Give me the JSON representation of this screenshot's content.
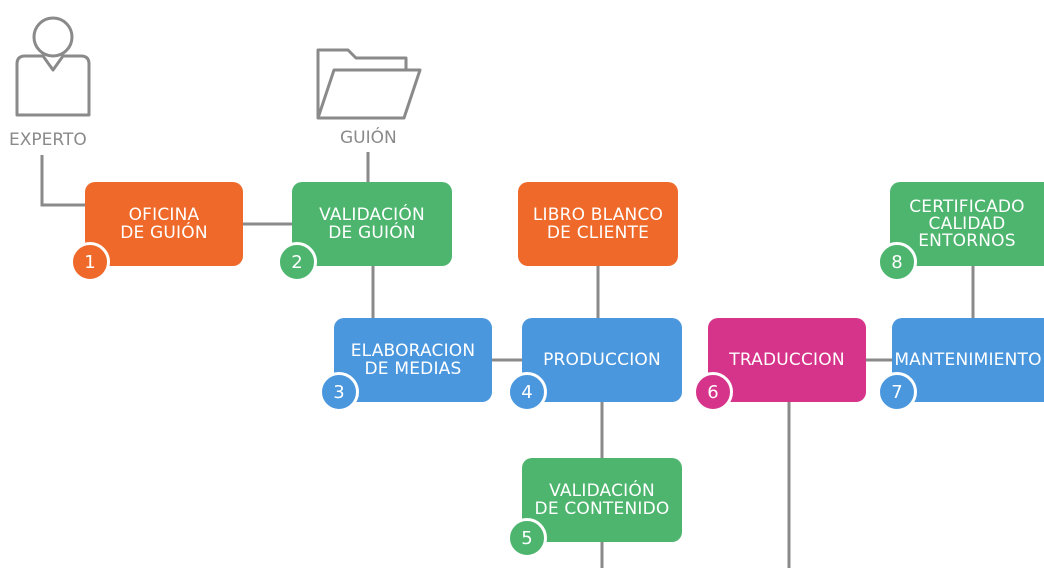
{
  "labels": {
    "experto": "EXPERTO",
    "guion": "GUIÓN"
  },
  "nodes": [
    {
      "id": "oficina",
      "text": "OFICINA\nDE GUIÓN",
      "number": "1",
      "color": "orange"
    },
    {
      "id": "validacion-guion",
      "text": "VALIDACIÓN\nDE GUIÓN",
      "number": "2",
      "color": "green"
    },
    {
      "id": "elaboracion-medias",
      "text": "ELABORACION\nDE MEDIAS",
      "number": "3",
      "color": "blue"
    },
    {
      "id": "produccion",
      "text": "PRODUCCION",
      "number": "4",
      "color": "blue"
    },
    {
      "id": "validacion-contenido",
      "text": "VALIDACIÓN\nDE CONTENIDO",
      "number": "5",
      "color": "green"
    },
    {
      "id": "traduccion",
      "text": "TRADUCCION",
      "number": "6",
      "color": "pink"
    },
    {
      "id": "mantenimiento",
      "text": "MANTENIMIENTO",
      "number": "7",
      "color": "blue"
    },
    {
      "id": "certificado",
      "text": "CERTIFICADO\nCALIDAD\nENTORNOS",
      "number": "8",
      "color": "green"
    },
    {
      "id": "libro-blanco",
      "text": "LIBRO BLANCO\nDE CLIENTE",
      "number": "",
      "color": "orange"
    }
  ],
  "colors": {
    "orange": "#ef6a2a",
    "green": "#4db56e",
    "blue": "#4a97de",
    "pink": "#d6338a",
    "connector": "#8a8a8a"
  },
  "icons": [
    "person-icon",
    "folder-icon"
  ]
}
